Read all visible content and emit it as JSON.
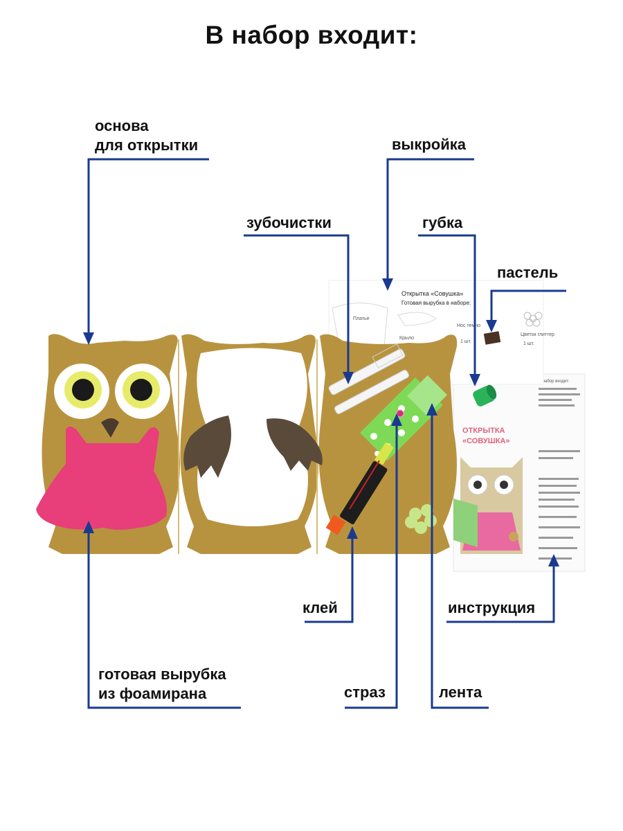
{
  "title": "В набор входит:",
  "labels": {
    "base_line1": "основа",
    "base_line2": "для открытки",
    "pattern": "выкройка",
    "toothpicks": "зубочистки",
    "sponge": "губка",
    "pastel": "пастель",
    "glue": "клей",
    "instruction": "инструкция",
    "cut_line1": "готовая вырубка",
    "cut_line2": "из фоамирана",
    "rhinestone": "страз",
    "ribbon": "лента"
  },
  "pattern_sheet": {
    "heading": "Открытка «Совушка»",
    "subheading": "Готовая вырубка в наборе:",
    "items": [
      "Платье",
      "Крыло",
      "Нос темно",
      "1 шт.",
      "Цветок глиттер",
      "1 шт."
    ]
  },
  "instruction_sheet": {
    "title_line1": "ОТКРЫТКА",
    "title_line2": "«СОВУШКА»",
    "kit_heading": "В набор входит:"
  },
  "glue_tube": {
    "brand": "",
    "cap_color": "#f05a1e"
  },
  "colors": {
    "line": "#1a3a8f",
    "owl_base": "#b8933f",
    "dress": "#e83e7a",
    "wing": "#5a4a3a",
    "ribbon": "#7ed957",
    "sponge": "#2bb35a"
  }
}
